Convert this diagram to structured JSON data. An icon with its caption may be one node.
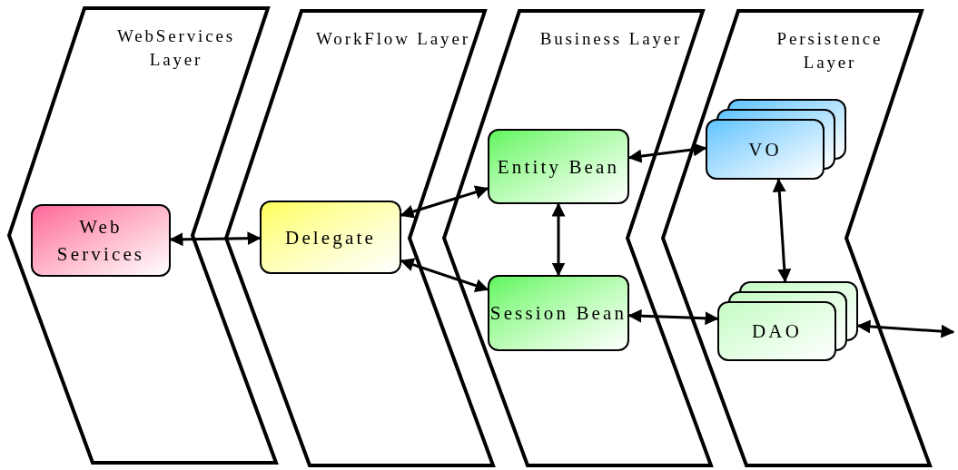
{
  "diagram": {
    "nodes": [
      {
        "text": [
          "WebServices Layer"
        ]
      },
      {
        "text": [
          "Web Services"
        ],
        "in": 0
      },
      {
        "text": [
          "WorkFlow Layer"
        ]
      },
      {
        "text": [
          "Delegate"
        ],
        "in": 2
      },
      {
        "text": [
          "Business Layer"
        ]
      },
      {
        "text": [
          "Entity Bean"
        ],
        "in": 4
      },
      {
        "text": [
          "Session Bean"
        ],
        "in": 4
      },
      {
        "text": [
          "Persistence Layer"
        ]
      },
      {
        "text": [
          "VO"
        ],
        "in": 7
      },
      {
        "text": [
          "DAO"
        ],
        "in": 7
      }
    ],
    "edges": [
      {
        "from": 1,
        "to": 3,
        "arrow": "both"
      },
      {
        "from": 3,
        "to": 5,
        "arrow": "both"
      },
      {
        "from": 3,
        "to": 6,
        "arrow": "both"
      },
      {
        "from": 5,
        "to": 6,
        "arrow": "both"
      },
      {
        "from": 5,
        "to": 8,
        "arrow": "both"
      },
      {
        "from": 6,
        "to": 9,
        "arrow": "both"
      },
      {
        "from": 8,
        "to": 9,
        "arrow": "both"
      },
      {
        "from": 9,
        "to": null,
        "arrow": "both"
      }
    ]
  }
}
